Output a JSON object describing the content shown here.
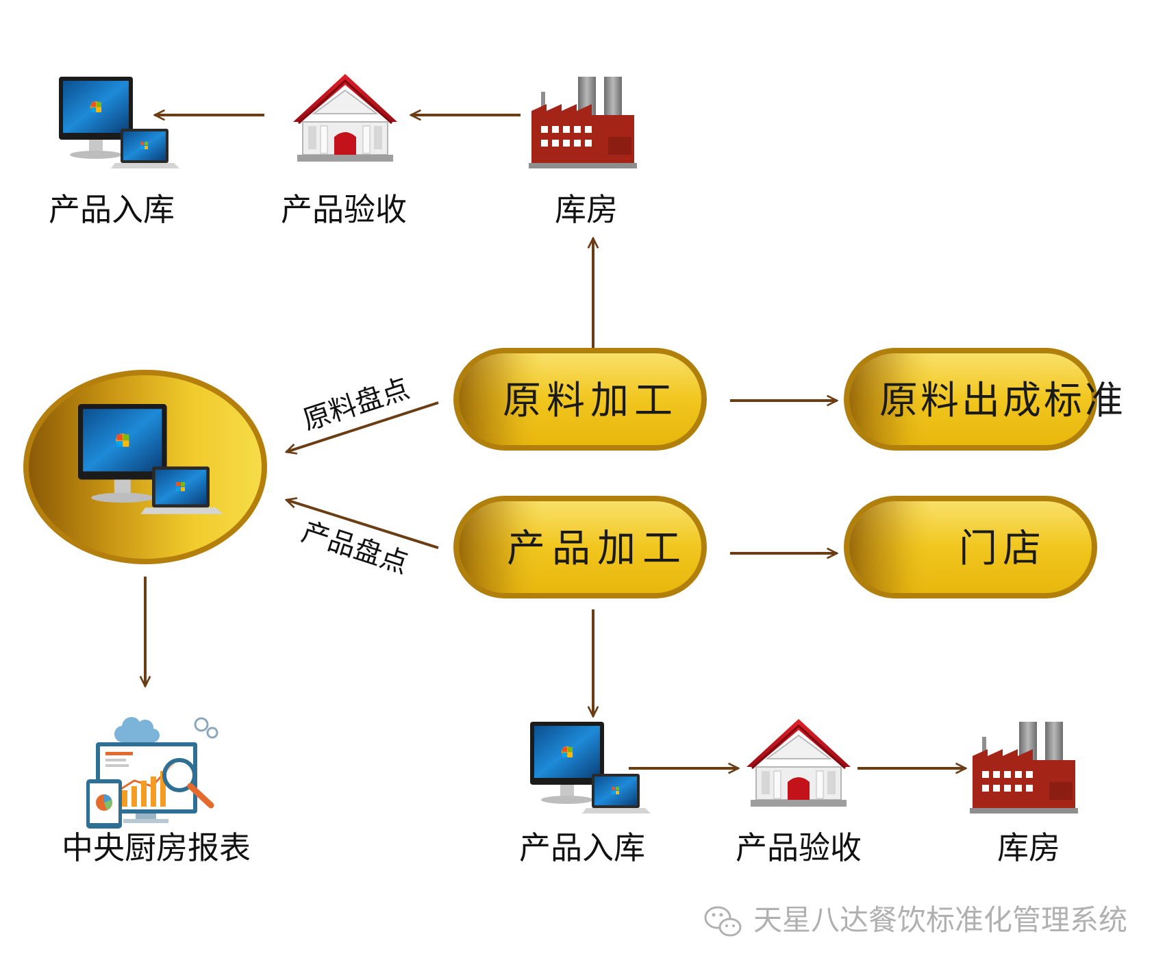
{
  "top_row": {
    "computer_label": "产品入库",
    "house_label": "产品验收",
    "factory_label": "库房"
  },
  "center_hub": {
    "icon": "computer-icon"
  },
  "pills": {
    "raw_processing": "原料加工",
    "raw_yield_standard": "原料出成标准",
    "product_processing": "产品加工",
    "store": "门店"
  },
  "edge_labels": {
    "raw_inventory": "原料盘点",
    "product_inventory": "产品盘点"
  },
  "report": {
    "label": "中央厨房报表"
  },
  "bottom_row": {
    "computer_label": "产品入库",
    "house_label": "产品验收",
    "factory_label": "库房"
  },
  "watermark": {
    "text": "天星八达餐饮标准化管理系统"
  },
  "colors": {
    "arrow": "#6b3d14",
    "pill_gold": "#f4cf2e",
    "pill_rim": "#a8780a",
    "roof_red": "#c1121c",
    "factory_red": "#a52418"
  }
}
